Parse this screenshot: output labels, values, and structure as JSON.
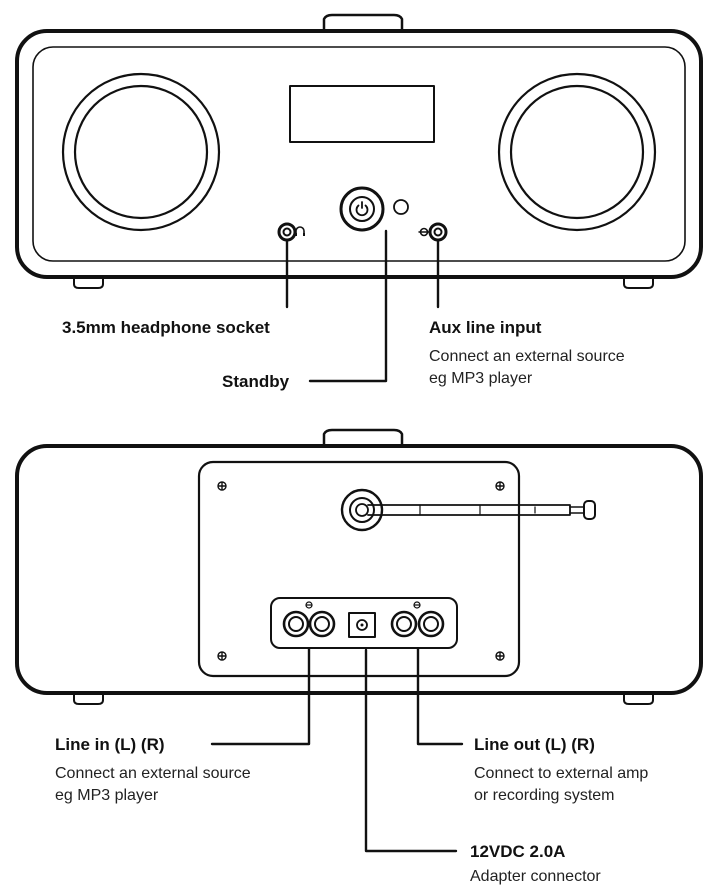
{
  "front_view": {
    "headphone": {
      "label": "3.5mm headphone socket"
    },
    "standby": {
      "label": "Standby"
    },
    "aux": {
      "label": "Aux line input",
      "desc_line1": "Connect an external source",
      "desc_line2": "eg MP3 player"
    }
  },
  "rear_view": {
    "line_in": {
      "label": "Line in (L) (R)",
      "desc_line1": "Connect an external source",
      "desc_line2": "eg MP3 player"
    },
    "line_out": {
      "label": "Line out (L) (R)",
      "desc_line1": "Connect to external amp",
      "desc_line2": "or recording system"
    },
    "power": {
      "label": "12VDC 2.0A",
      "desc": "Adapter connector"
    }
  },
  "icons": [
    "headphone-icon",
    "power-icon",
    "aux-input-icon",
    "antenna-icon",
    "screw-icon"
  ]
}
